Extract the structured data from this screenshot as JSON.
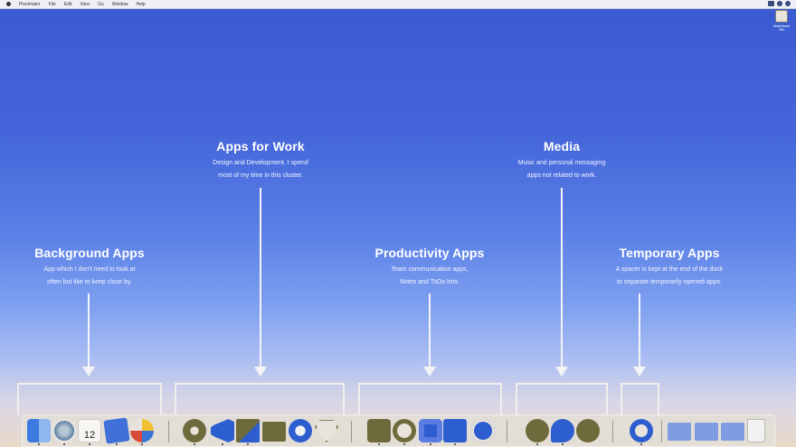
{
  "menubar": {
    "app_name": "Pixelmator",
    "menus": [
      "File",
      "Edit",
      "View",
      "Go",
      "Window",
      "Help"
    ]
  },
  "desktop_icon": {
    "label": "Macintosh HD"
  },
  "sections": {
    "background": {
      "title": "Background Apps",
      "line1": "App which I don't need to look at",
      "line2": "often but like to keep close by."
    },
    "work": {
      "title": "Apps for Work",
      "line1": "Design and Development. I spend",
      "line2": "most of my time in this cluster."
    },
    "productivity": {
      "title": "Productivity Apps",
      "line1": "Team communication apps,",
      "line2": "Notes and ToDo lists."
    },
    "media": {
      "title": "Media",
      "line1": "Music and personal messaging",
      "line2": "apps not related to work."
    },
    "temporary": {
      "title": "Temporary Apps",
      "line1": "A spacer is kept at the end of the dock",
      "line2": "to separate temporarily opened apps."
    }
  },
  "dock": {
    "calendar_day": "12",
    "icons": [
      "finder-icon",
      "safari-icon",
      "calendar-icon",
      "preview-icon",
      "photos-icon",
      "chrome-icon",
      "vscode-icon",
      "webstorm-icon",
      "tower-icon",
      "blank-app-icon",
      "frame-icon",
      "sketch-icon",
      "todoist-icon",
      "evernote-icon",
      "slack-icon",
      "teams-icon",
      "skype-icon",
      "whatsapp-icon",
      "messages-icon",
      "spotify-icon",
      "outlook-icon",
      "applications-folder-icon",
      "documents-folder-icon",
      "downloads-folder-icon",
      "trash-icon"
    ],
    "colors": {
      "dark_icon": "#6f6a3c",
      "blue_icon": "#2f5fd0",
      "folder": "#7e9de0"
    }
  }
}
